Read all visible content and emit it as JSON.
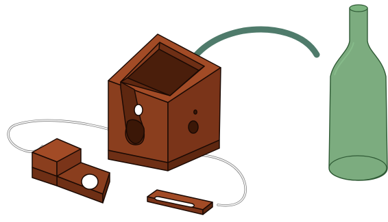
{
  "scene": {
    "description_visible_text": "",
    "colors": {
      "background": "#ffffff",
      "wood_front": "#8a3e1e",
      "wood_side": "#7a3419",
      "wood_top": "#a24b26",
      "wood_dark": "#5e2710",
      "outline": "#1b0a04",
      "bottle_fill": "#5f9a63",
      "bottle_stroke": "#2f5a35",
      "arrow": "#4f7b6b",
      "cord": "#c9c9c9"
    },
    "parts": [
      {
        "id": "holder-block",
        "icon": "wooden-bottle-holder-block"
      },
      {
        "id": "clamp-piece",
        "icon": "wooden-clamp-with-hole"
      },
      {
        "id": "slot-plate",
        "icon": "wooden-plate-with-slot"
      },
      {
        "id": "bottle",
        "icon": "green-bottle"
      },
      {
        "id": "insert-arrow",
        "icon": "curved-arrow"
      },
      {
        "id": "cord",
        "icon": "white-string"
      }
    ]
  }
}
